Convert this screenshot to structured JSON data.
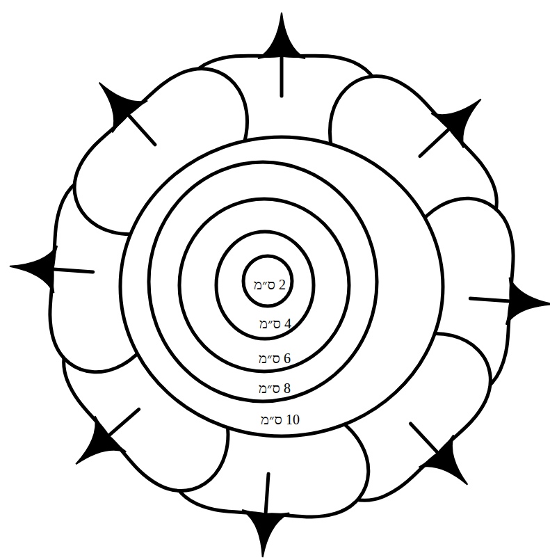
{
  "diagram": {
    "nodes": [
      {
        "text": [
          "10 ס״מ"
        ]
      },
      {
        "text": [
          "8 ס״מ"
        ],
        "in": 0
      },
      {
        "text": [
          "6 ס״מ"
        ],
        "in": 1
      },
      {
        "text": [
          "4 ס״מ"
        ],
        "in": 2
      },
      {
        "text": [
          "2 ס״מ"
        ],
        "in": 3
      }
    ]
  }
}
